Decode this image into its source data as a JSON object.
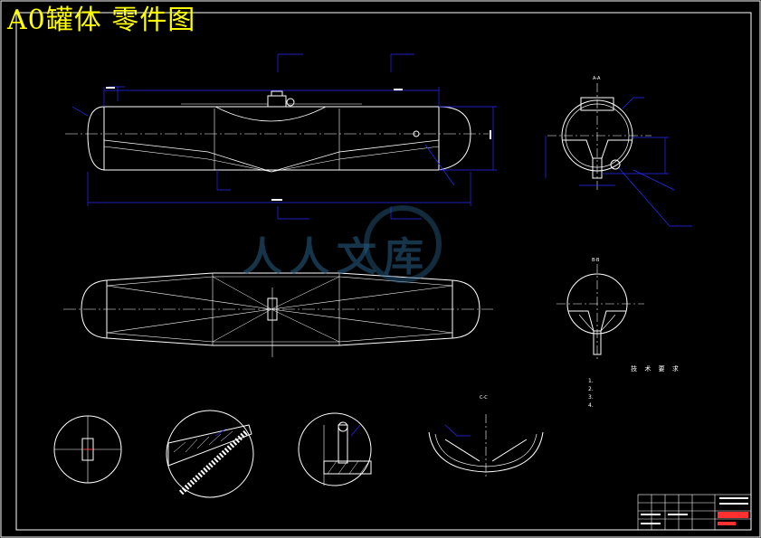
{
  "title": "A0罐体 零件图",
  "watermark": "人人文库",
  "colors": {
    "background": "#000000",
    "title": "#ffff00",
    "geometry": "#ffffff",
    "dimension": "#2a2aff",
    "hatch": "#ff3030",
    "watermark": "#285f87"
  },
  "technical_requirements": {
    "title": "技 术 要 求",
    "items": [
      "1. ",
      "2. ",
      "3. ",
      "4. "
    ]
  },
  "section_labels": {
    "section_aa": "A-A",
    "section_bb": "B-B",
    "section_cc": "C-C"
  }
}
